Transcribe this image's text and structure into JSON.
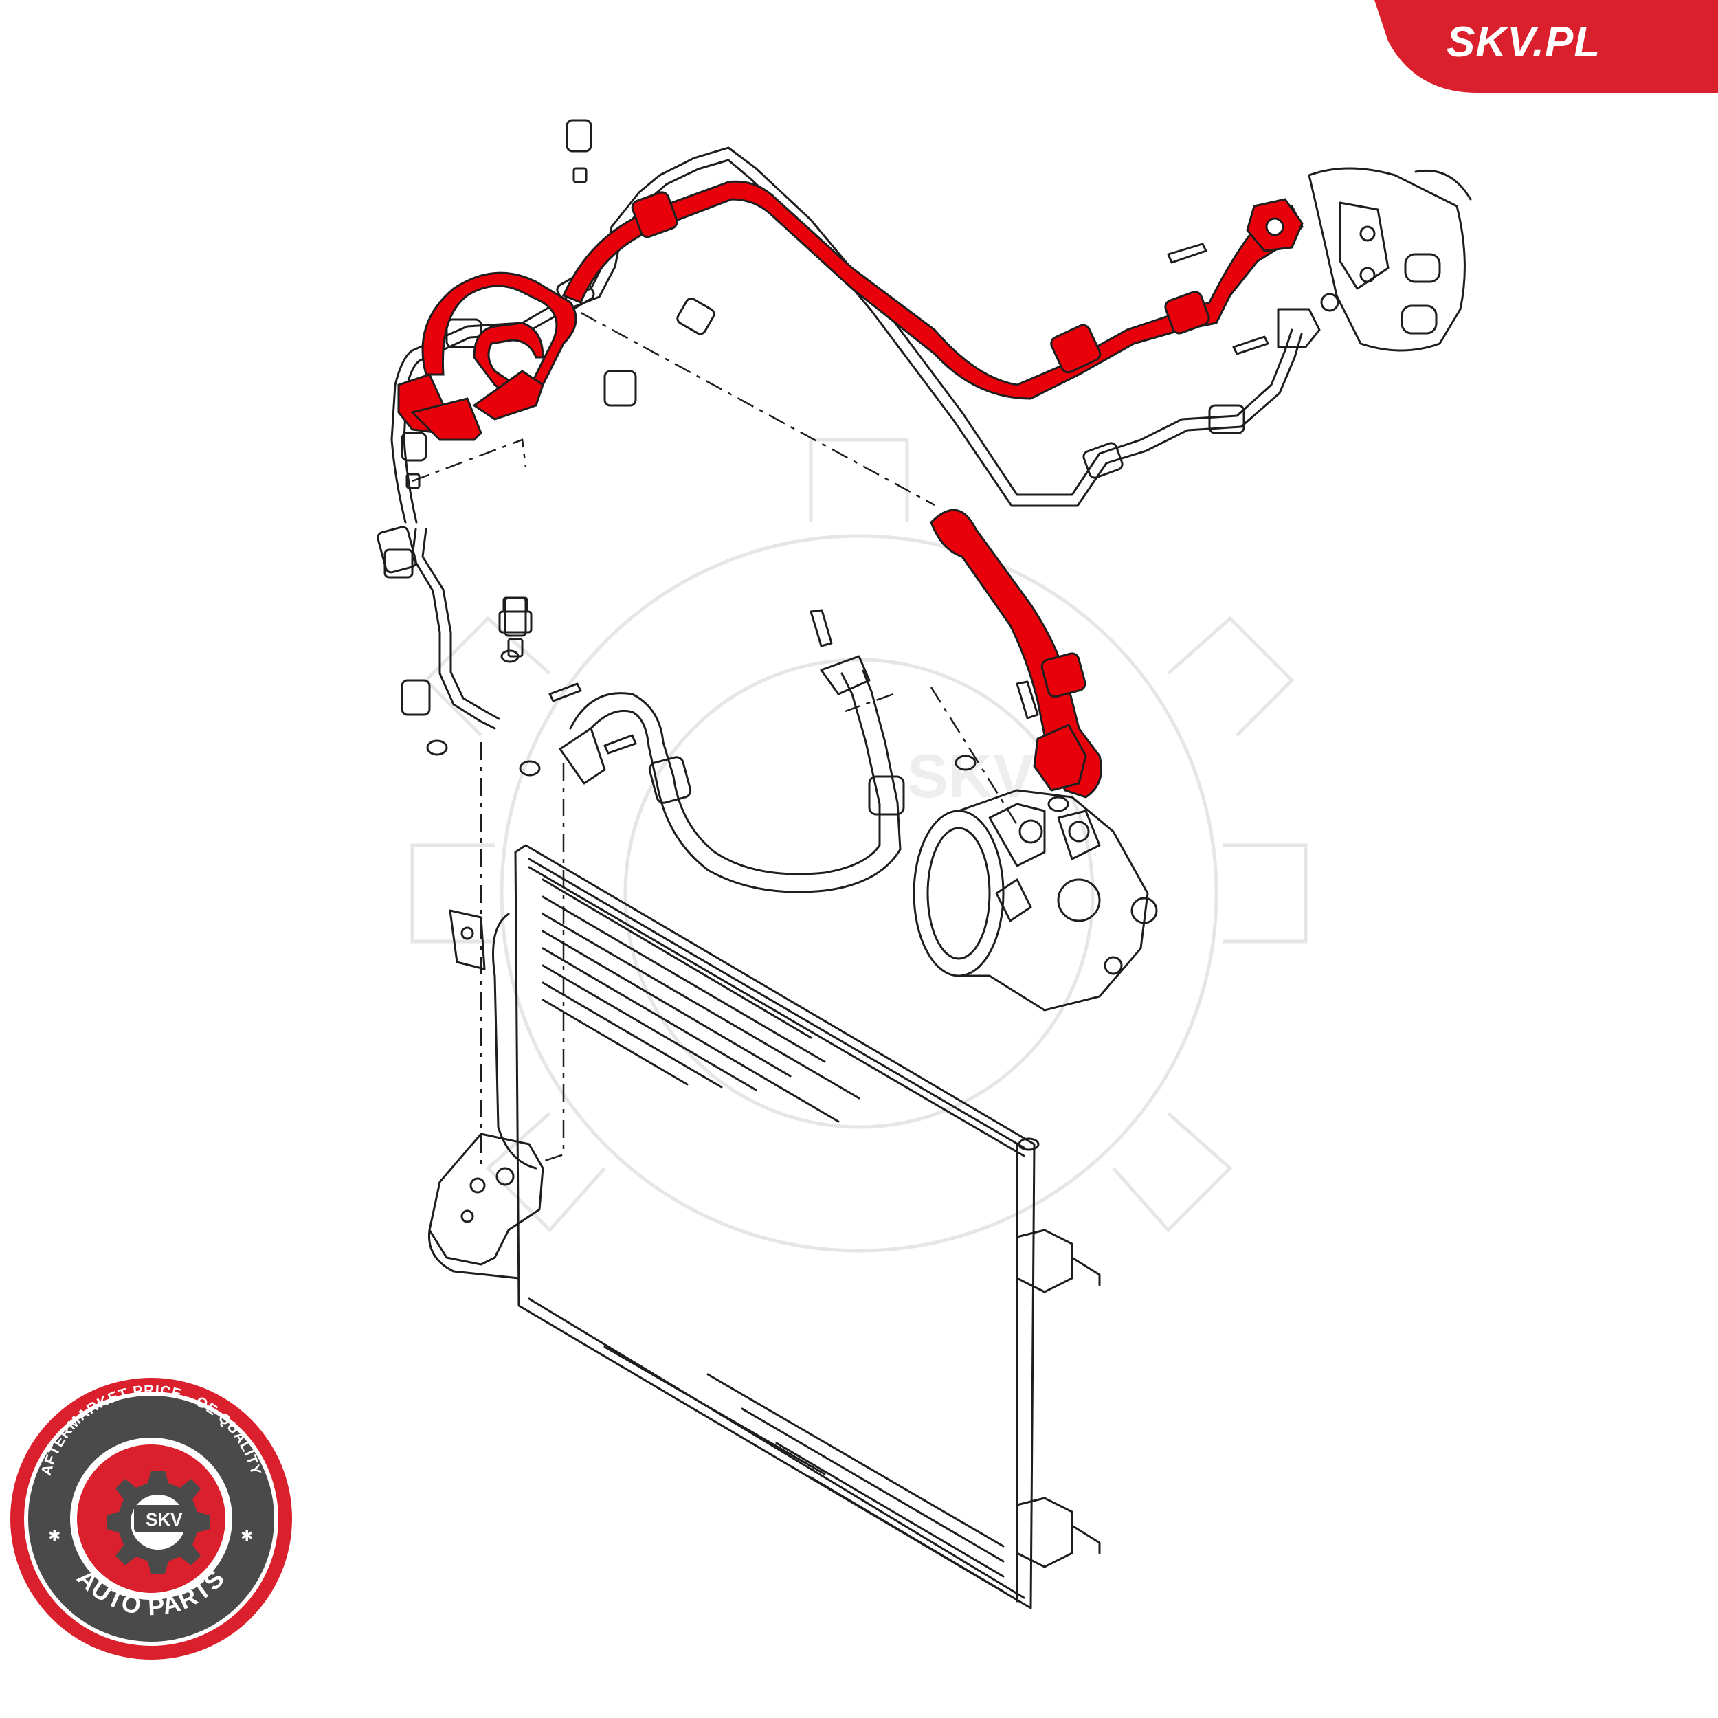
{
  "brand": {
    "tab_text": "SKV.PL",
    "seal_top_text": "AFTERMARKET PRICE - OE QUALITY",
    "seal_bottom_text": "AUTO PARTS",
    "seal_center_text": "SKV",
    "watermark_text": "SKV"
  },
  "colors": {
    "brand_red": "#d9202c",
    "highlight_red": "#e8000b",
    "line": "#1e1e1e",
    "watermark": "#e6e6e6"
  },
  "diagram": {
    "highlighted_part": "air-conditioning-hose",
    "components": [
      "condenser",
      "compressor",
      "pressure-switch",
      "hose-lines",
      "bolts",
      "o-rings",
      "evaporator-connection"
    ]
  }
}
